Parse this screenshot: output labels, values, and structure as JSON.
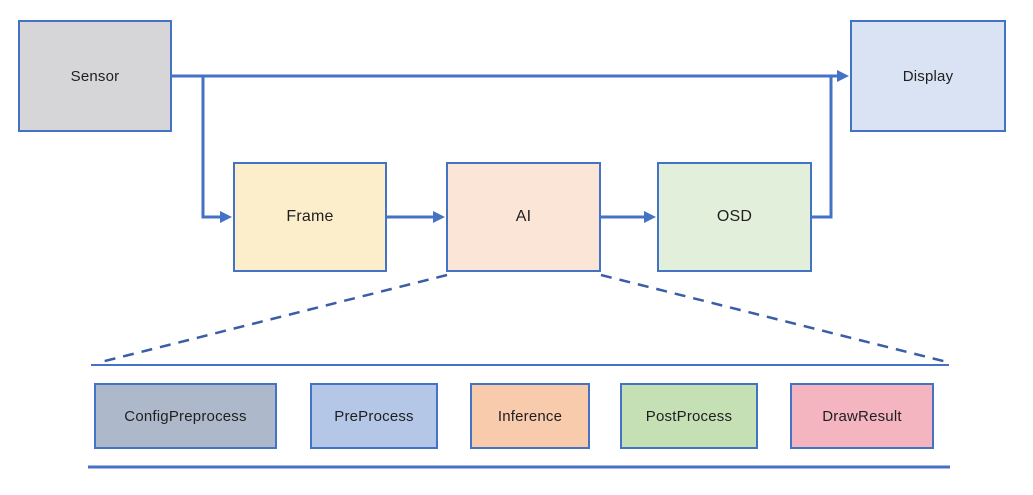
{
  "diagram": {
    "flow_nodes": {
      "sensor": {
        "label": "Sensor",
        "fill": "#d6d6d9"
      },
      "display": {
        "label": "Display",
        "fill": "#dae3f3"
      },
      "frame": {
        "label": "Frame",
        "fill": "#fdeecb"
      },
      "ai": {
        "label": "AI",
        "fill": "#fbe5d6"
      },
      "osd": {
        "label": "OSD",
        "fill": "#e2efda"
      }
    },
    "ai_expansion_nodes": {
      "config_preprocess": {
        "label": "ConfigPreprocess",
        "fill": "#adb9ca"
      },
      "pre_process": {
        "label": "PreProcess",
        "fill": "#b4c7e7"
      },
      "inference": {
        "label": "Inference",
        "fill": "#f8cbad"
      },
      "post_process": {
        "label": "PostProcess",
        "fill": "#c5e0b4"
      },
      "draw_result": {
        "label": "DrawResult",
        "fill": "#f4b5c0"
      }
    },
    "colors": {
      "border": "#4472c4",
      "connector": "#4472c4",
      "dashed_connector": "#3a5da8",
      "text": "#1f1f1f"
    }
  }
}
